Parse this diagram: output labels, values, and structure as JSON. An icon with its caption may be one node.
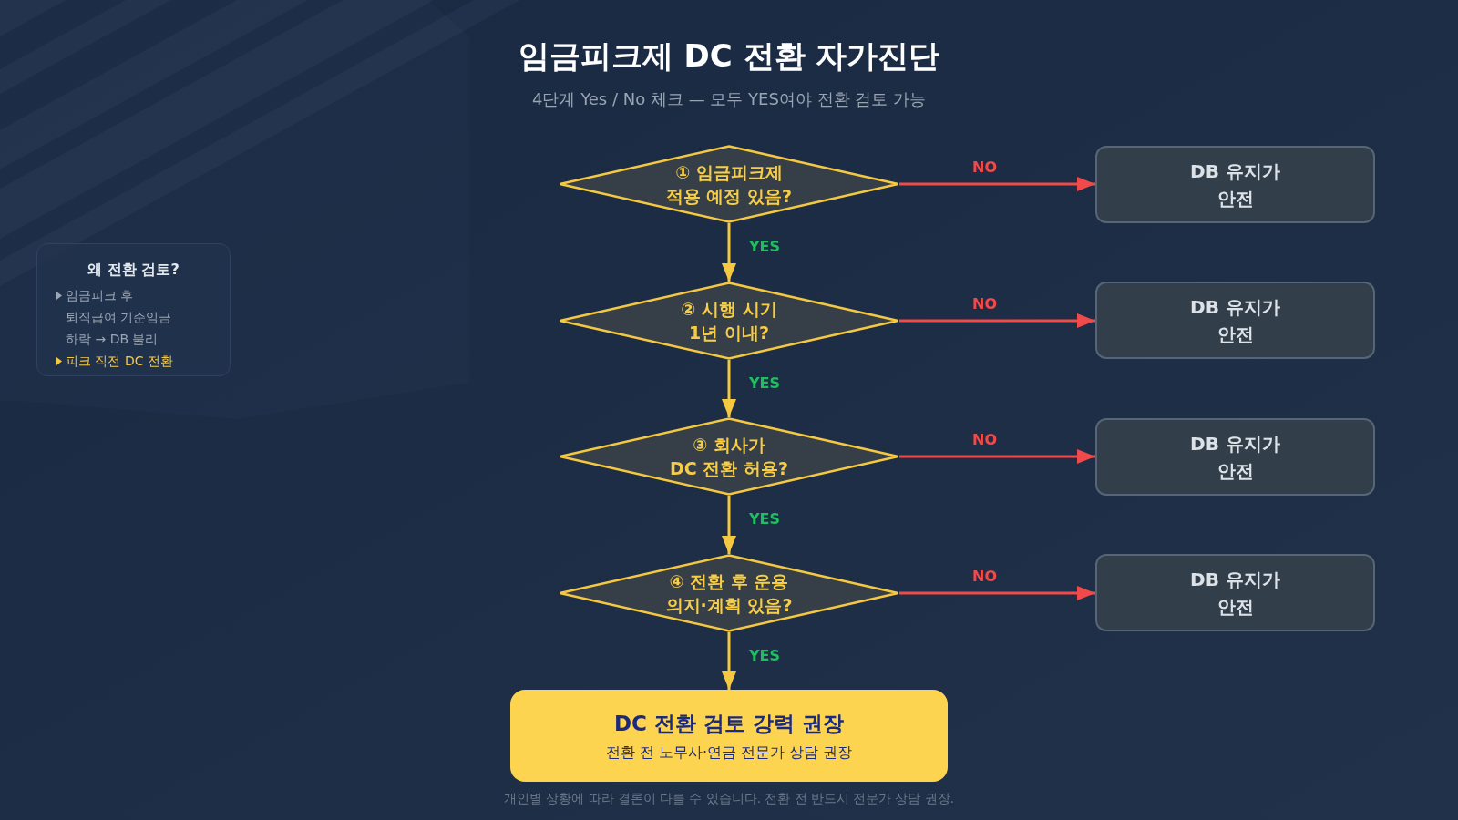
{
  "diagram": {
    "title": "임금피크제 DC 전환 자가진단",
    "nodes": [
      {
        "text": [
          "① 임금피크제 적용 예정 있음?"
        ]
      },
      {
        "text": [
          "DB 유지가 안전"
        ]
      },
      {
        "text": [
          "② 시행 시기 1년 이내?"
        ]
      },
      {
        "text": [
          "DB 유지가 안전"
        ]
      },
      {
        "text": [
          "③ 회사가 DC 전환 허용?"
        ]
      },
      {
        "text": [
          "DB 유지가 안전"
        ]
      },
      {
        "text": [
          "④ 전환 후 운용 의지·계획 있음?"
        ]
      },
      {
        "text": [
          "DB 유지가 안전"
        ]
      },
      {
        "text": [
          "DC 전환 검토 강력 권장",
          "전환 전 노무사·연금 전문가 상담 권장"
        ]
      },
      {
        "text": [
          "왜 전환 검토?",
          "임금피크 후 퇴직급여 기준임금 하락 → DB 불리",
          "피크 직전 DC 전환"
        ]
      }
    ],
    "edges": [
      {
        "from": 0,
        "to": 1,
        "arrow": "to",
        "label": "NO",
        "color": "#f04a4a"
      },
      {
        "from": 0,
        "to": 2,
        "arrow": "to",
        "label": "YES",
        "color": "#f5c842"
      },
      {
        "from": 2,
        "to": 3,
        "arrow": "to",
        "label": "NO",
        "color": "#f04a4a"
      },
      {
        "from": 2,
        "to": 4,
        "arrow": "to",
        "label": "YES",
        "color": "#f5c842"
      },
      {
        "from": 4,
        "to": 5,
        "arrow": "to",
        "label": "NO",
        "color": "#f04a4a"
      },
      {
        "from": 4,
        "to": 6,
        "arrow": "to",
        "label": "YES",
        "color": "#f5c842"
      },
      {
        "from": 6,
        "to": 7,
        "arrow": "to",
        "label": "NO",
        "color": "#f04a4a"
      },
      {
        "from": 6,
        "to": 8,
        "arrow": "to",
        "label": "YES",
        "color": "#f5c842"
      }
    ],
    "labels": [
      "4단계 Yes / No 체크 — 모두 YES여야 전환 검토 가능",
      "개인별 상황에 따라 결론이 다를 수 있습니다. 전환 전 반드시 전문가 상담 권장."
    ]
  }
}
